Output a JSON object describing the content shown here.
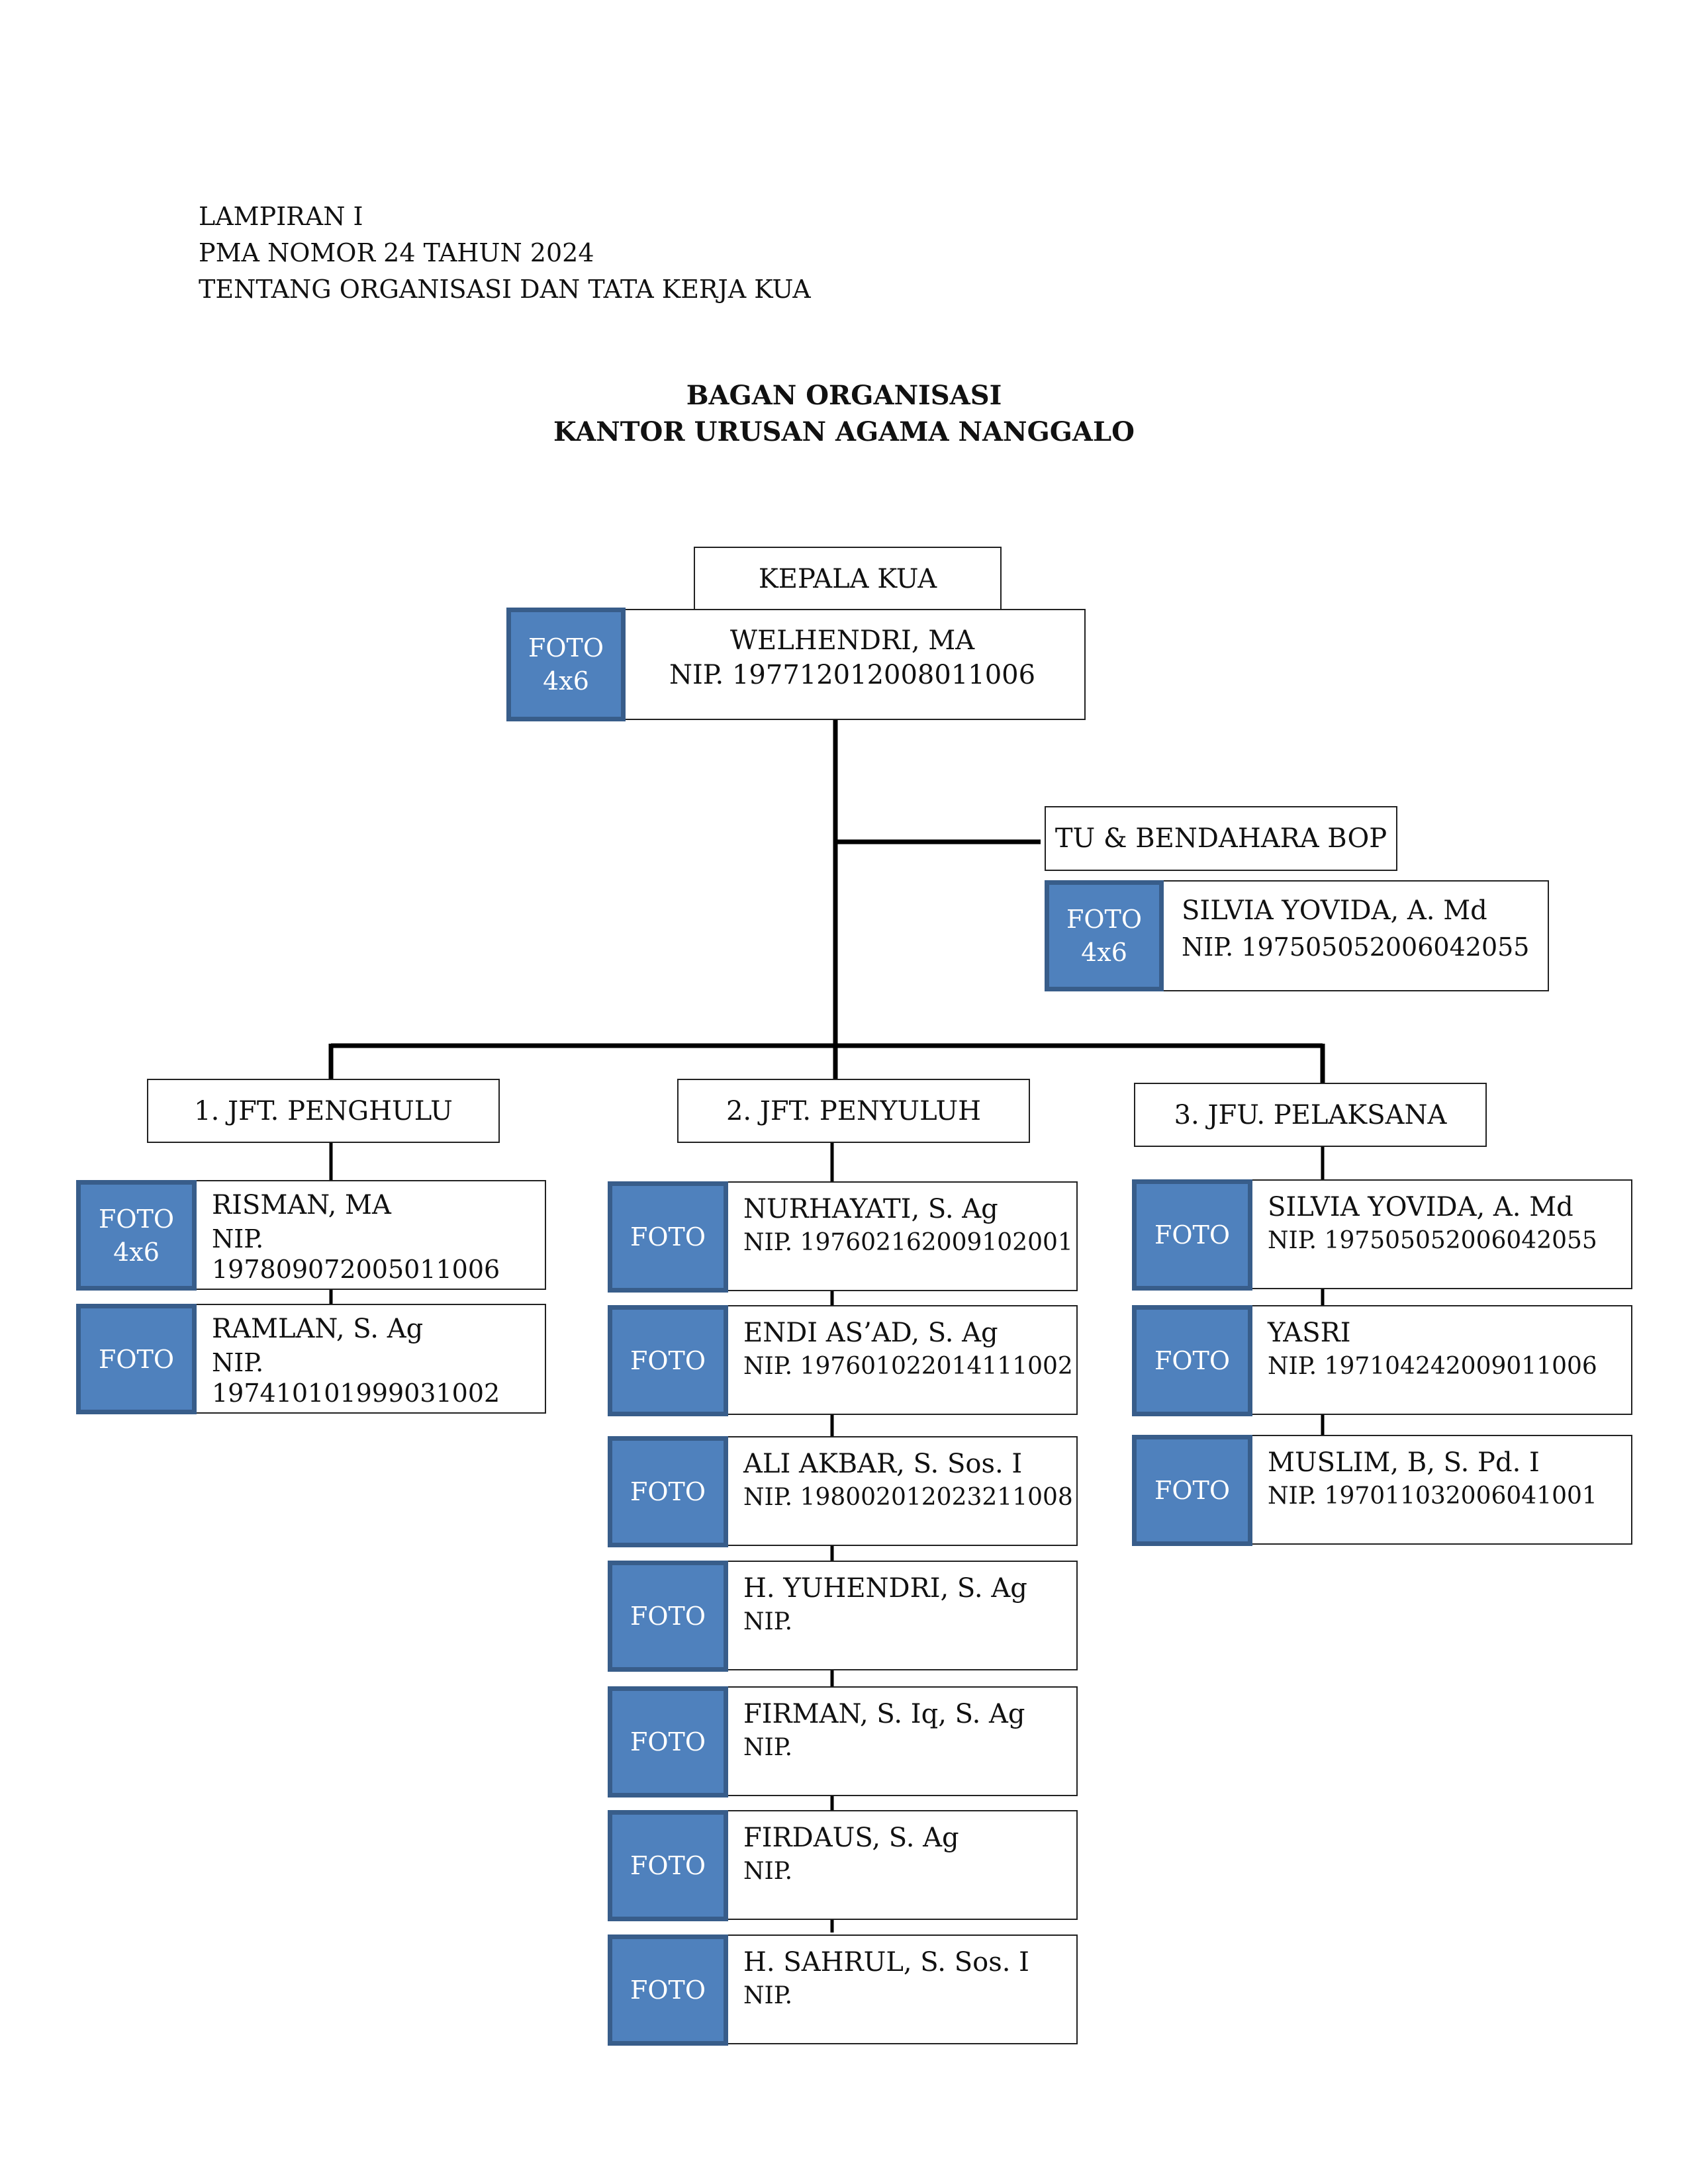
{
  "header": {
    "line1": "LAMPIRAN I",
    "line2": "PMA NOMOR 24 TAHUN 2024",
    "line3": "TENTANG ORGANISASI DAN TATA KERJA KUA"
  },
  "title": {
    "line1": "BAGAN ORGANISASI",
    "line2": "KANTOR URUSAN AGAMA NANGGALO"
  },
  "kepala": {
    "label": "KEPALA KUA",
    "foto1": "FOTO",
    "foto2": "4x6",
    "name": "WELHENDRI, MA",
    "nip": "NIP. 197712012008011006"
  },
  "tu": {
    "label": "TU & BENDAHARA BOP",
    "foto1": "FOTO",
    "foto2": "4x6",
    "name": "SILVIA YOVIDA, A. Md",
    "nip": "NIP. 197505052006042055"
  },
  "penghulu": {
    "label": "1.  JFT. PENGHULU",
    "members": [
      {
        "foto1": "FOTO",
        "foto2": "4x6",
        "name": "RISMAN, MA",
        "nip": "NIP.",
        "nip2": "197809072005011006"
      },
      {
        "foto1": "FOTO",
        "foto2": "",
        "name": "RAMLAN, S. Ag",
        "nip": "NIP.",
        "nip2": "197410101999031002"
      }
    ]
  },
  "penyuluh": {
    "label": "2.  JFT. PENYULUH",
    "members": [
      {
        "foto": "FOTO",
        "name": "NURHAYATI, S. Ag",
        "nip": "NIP. 197602162009102001"
      },
      {
        "foto": "FOTO",
        "name": "ENDI AS’AD, S. Ag",
        "nip": "NIP. 197601022014111002"
      },
      {
        "foto": "FOTO",
        "name": "ALI AKBAR, S. Sos. I",
        "nip": "NIP. 198002012023211008"
      },
      {
        "foto": "FOTO",
        "name": "H. YUHENDRI, S. Ag",
        "nip": "NIP."
      },
      {
        "foto": "FOTO",
        "name": "FIRMAN, S. Iq, S. Ag",
        "nip": "NIP."
      },
      {
        "foto": "FOTO",
        "name": "FIRDAUS, S. Ag",
        "nip": "NIP."
      },
      {
        "foto": "FOTO",
        "name": "H. SAHRUL, S. Sos. I",
        "nip": "NIP."
      }
    ]
  },
  "pelaksana": {
    "label": "3.  JFU. PELAKSANA",
    "members": [
      {
        "foto": "FOTO",
        "name": "SILVIA YOVIDA, A. Md",
        "nip": "NIP. 197505052006042055"
      },
      {
        "foto": "FOTO",
        "name": "YASRI",
        "nip": "NIP. 197104242009011006"
      },
      {
        "foto": "FOTO",
        "name": "MUSLIM, B, S. Pd. I",
        "nip": "NIP. 197011032006041001"
      }
    ]
  },
  "colors": {
    "foto_fill": "#4f81bd",
    "foto_border": "#385d8a"
  }
}
